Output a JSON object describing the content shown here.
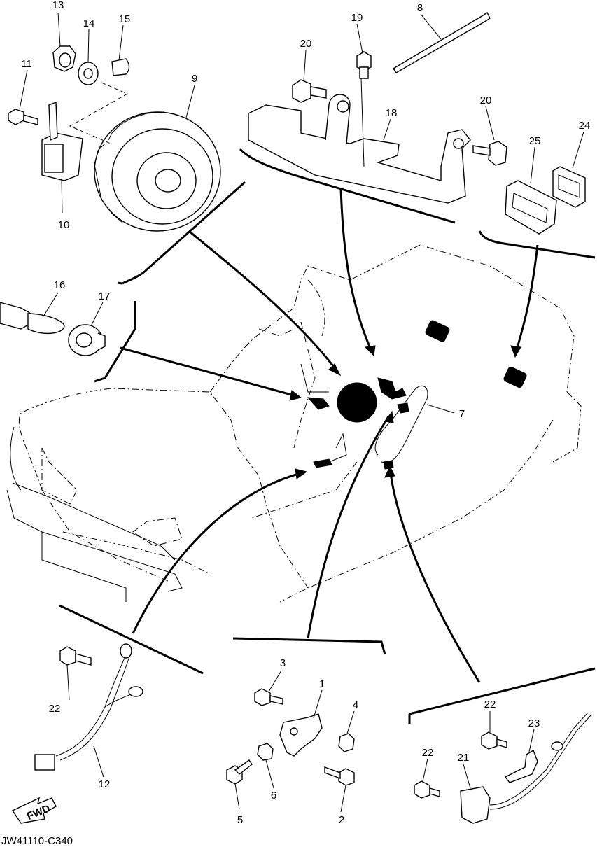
{
  "callouts": [
    "1",
    "2",
    "3",
    "4",
    "5",
    "6",
    "7",
    "8",
    "9",
    "10",
    "11",
    "12",
    "13",
    "14",
    "15",
    "16",
    "17",
    "18",
    "19",
    "20",
    "21",
    "22",
    "23",
    "24",
    "25"
  ],
  "fwd_label": "FWD",
  "drawing_code": "JW41110-C340"
}
